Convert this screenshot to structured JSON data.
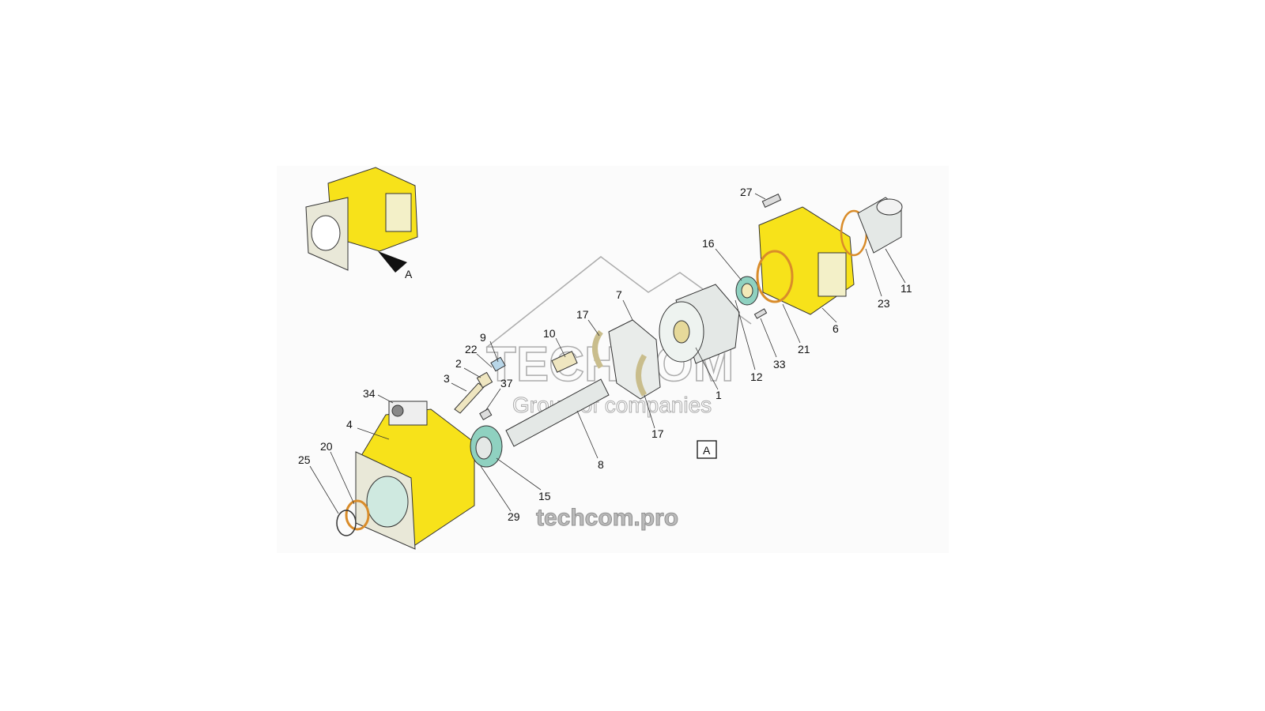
{
  "diagram": {
    "callouts": [
      "27",
      "16",
      "23",
      "11",
      "6",
      "21",
      "33",
      "12",
      "1",
      "7",
      "17",
      "10",
      "9",
      "22",
      "2",
      "3",
      "37",
      "34",
      "4",
      "20",
      "25",
      "8",
      "17",
      "15",
      "29"
    ],
    "view_marker": "A",
    "section_box": "A"
  },
  "watermark": {
    "brand": "TECHCOM",
    "tagline": "Group of companies",
    "site": "techcom.pro"
  },
  "colors": {
    "housing": "#f7e21a",
    "seal_ring": "#d98c2a",
    "bearing": "#8fd1c0",
    "steel": "#e4e8e6",
    "brass": "#efe6c0"
  }
}
